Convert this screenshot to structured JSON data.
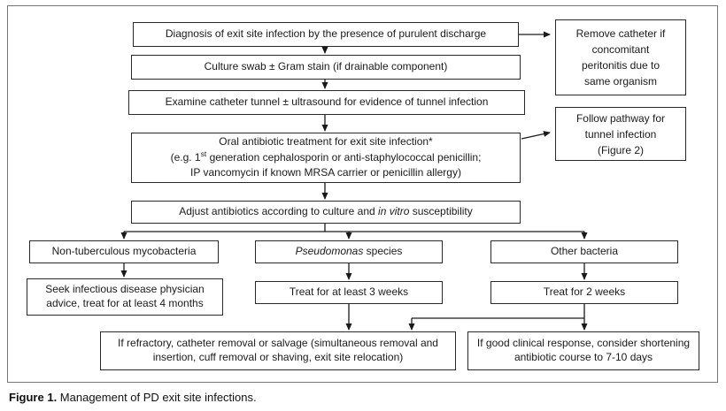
{
  "figure": {
    "caption_bold": "Figure 1.",
    "caption_rest": " Management of PD exit site infections."
  },
  "flowchart": {
    "diagnosis": "Diagnosis of exit site infection by the presence of purulent discharge",
    "remove_catheter": "Remove catheter if concomitant peritonitis due to same organism",
    "culture_swab": "Culture swab ± Gram stain (if drainable component)",
    "examine_tunnel": "Examine catheter tunnel ± ultrasound for evidence of tunnel infection",
    "follow_pathway": "Follow pathway for tunnel infection (Figure 2)",
    "oral_antibiotic": {
      "line1": "Oral antibiotic treatment for exit site infection*",
      "line2_pre": "(e.g. 1",
      "line2_sup": "st",
      "line2_post": " generation cephalosporin or anti-staphylococcal penicillin;",
      "line3": "IP vancomycin if known MRSA carrier or penicillin allergy)"
    },
    "adjust": {
      "pre": "Adjust antibiotics according to culture and ",
      "italic": "in vitro",
      "post": " susceptibility"
    },
    "branch_ntm": "Non-tuberculous mycobacteria",
    "branch_pseudomonas": {
      "italic": "Pseudomonas",
      "rest": " species"
    },
    "branch_other": "Other bacteria",
    "ntm_treatment": "Seek infectious disease physician advice, treat for at least 4 months",
    "pseudomonas_treatment": "Treat for at least 3 weeks",
    "other_treatment": "Treat for 2 weeks",
    "refractory": "If refractory, catheter removal or salvage (simultaneous removal and insertion, cuff removal or shaving, exit site relocation)",
    "good_response": "If good clinical response, consider shortening antibiotic course to 7-10 days"
  }
}
